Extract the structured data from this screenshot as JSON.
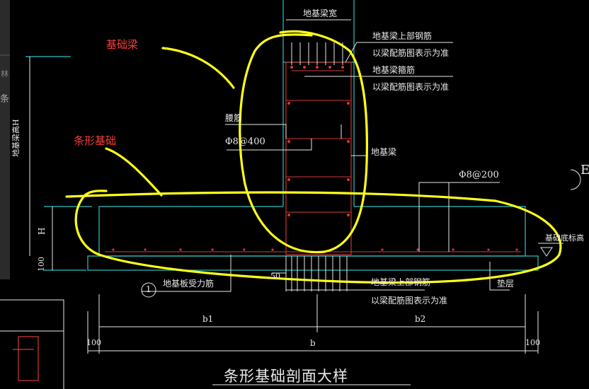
{
  "annotations": {
    "beam_label": "基础梁",
    "strip_label": "条形基础"
  },
  "labels": {
    "beam_width": "地基梁宽",
    "top_rebar": "地基梁上部钢筋",
    "top_rebar_note": "以梁配筋图表示为准",
    "stirrup": "地基梁箍筋",
    "stirrup_note": "以梁配筋图表示为准",
    "waist_bar": "腰筋",
    "waist_spacing": "Φ8@400",
    "ground_beam": "地基梁",
    "dist_bar": "Φ8@200",
    "base_elev": "基础底标高",
    "bottom_rebar": "地基梁上部钢筋",
    "bottom_rebar_note": "以梁配筋图表示为准",
    "plate_rebar": "地基板受力筋",
    "plate_rebar_num": "1",
    "cushion": "垫层",
    "beam_depth": "地基梁高H",
    "dim_H": "H",
    "dim_100_left": "100",
    "dim_50": "50",
    "dim_b1": "b1",
    "dim_b2": "b2",
    "dim_b": "b",
    "dim_100_bl": "100",
    "dim_100_br": "100",
    "title": "条形基础剖面大样",
    "side_glyph_1": "条",
    "side_glyph_2": "林",
    "right_glyph": "E"
  },
  "colors": {
    "cyan": "#2ec4c4",
    "white": "#e8e8e8",
    "red": "#d43a3a",
    "yellow": "#ffff1a",
    "annotation_red": "#ff3b3b",
    "panel": "#2b2b2b"
  }
}
